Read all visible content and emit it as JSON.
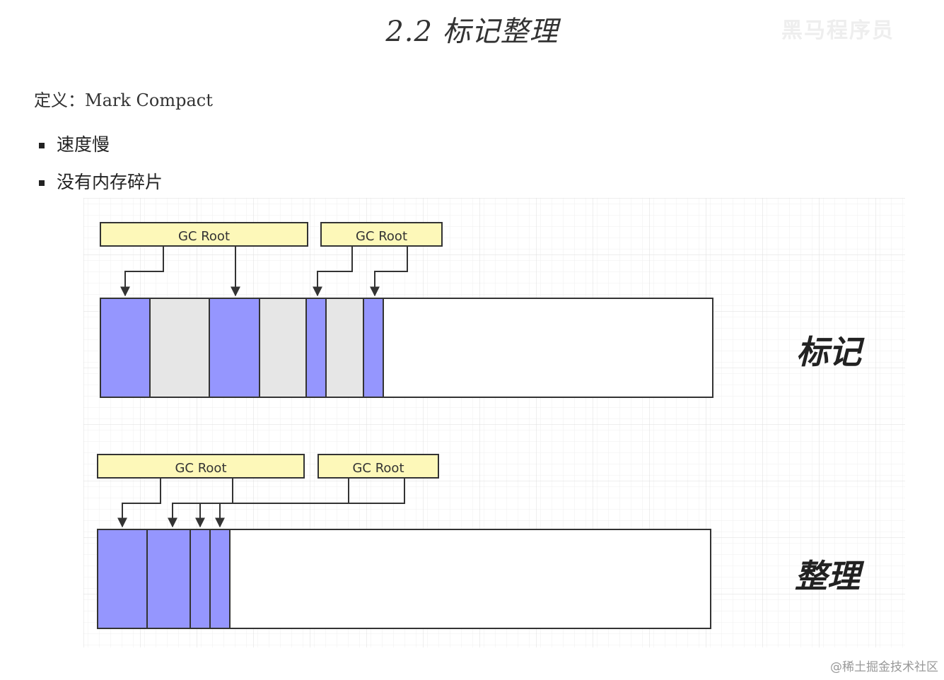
{
  "title": "2.2 标记整理",
  "watermark_top": "黑马程序员",
  "definition": "定义：Mark Compact",
  "bullets": [
    "速度慢",
    "没有内存碎片"
  ],
  "diagrams": [
    {
      "label": "标记",
      "roots": [
        "GC Root",
        "GC Root"
      ],
      "cells": [
        {
          "state": "live",
          "span": 70
        },
        {
          "state": "garbage",
          "span": 84
        },
        {
          "state": "live",
          "span": 71
        },
        {
          "state": "garbage",
          "span": 66
        },
        {
          "state": "live",
          "span": 28
        },
        {
          "state": "garbage",
          "span": 53
        },
        {
          "state": "live",
          "span": 28
        },
        {
          "state": "free",
          "span": 466
        }
      ]
    },
    {
      "label": "整理",
      "roots": [
        "GC Root",
        "GC Root"
      ],
      "cells": [
        {
          "state": "live",
          "span": 70
        },
        {
          "state": "live",
          "span": 61
        },
        {
          "state": "live",
          "span": 28
        },
        {
          "state": "live",
          "span": 28
        },
        {
          "state": "free",
          "span": 680
        }
      ]
    }
  ],
  "colors": {
    "live": "#9596fe",
    "garbage": "#e6e6e6",
    "free": "#ffffff",
    "root_fill": "#fdf8b9",
    "grid": "#e3e3e3",
    "stroke": "#333333"
  },
  "footer": "@稀土掘金技术社区"
}
